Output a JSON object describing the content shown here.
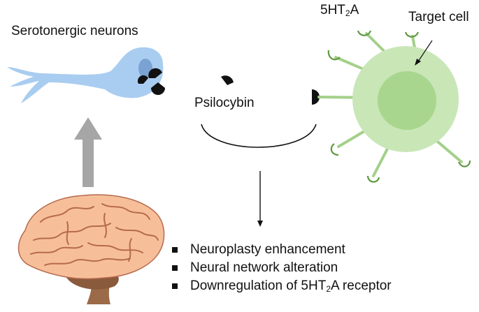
{
  "labels": {
    "neurons": "Serotonergic neurons",
    "drug": "Psilocybin",
    "receptor_prefix": "5HT",
    "receptor_sub": "2",
    "receptor_suffix": "A",
    "target": "Target cell"
  },
  "outcomes": [
    {
      "text": "Neuroplasty enhancement"
    },
    {
      "text": "Neural network alteration"
    },
    {
      "text": "Downregulation of 5HT",
      "sub": "2",
      "suffix": "A receptor"
    }
  ],
  "colors": {
    "neuron_fill": "#a9cdf0",
    "neuron_dark": "#7aa3d3",
    "cell_outer": "#c9e6b7",
    "cell_inner": "#a8d68e",
    "receptor_stalk": "#a4d08a",
    "receptor_cup": "#5f9940",
    "arrow_gray": "#a6a6a6",
    "brain_fill": "#f6bf9a",
    "brain_line": "#b66a4e",
    "cerebellum": "#8a5a3c",
    "brainstem": "#9b6a49"
  }
}
